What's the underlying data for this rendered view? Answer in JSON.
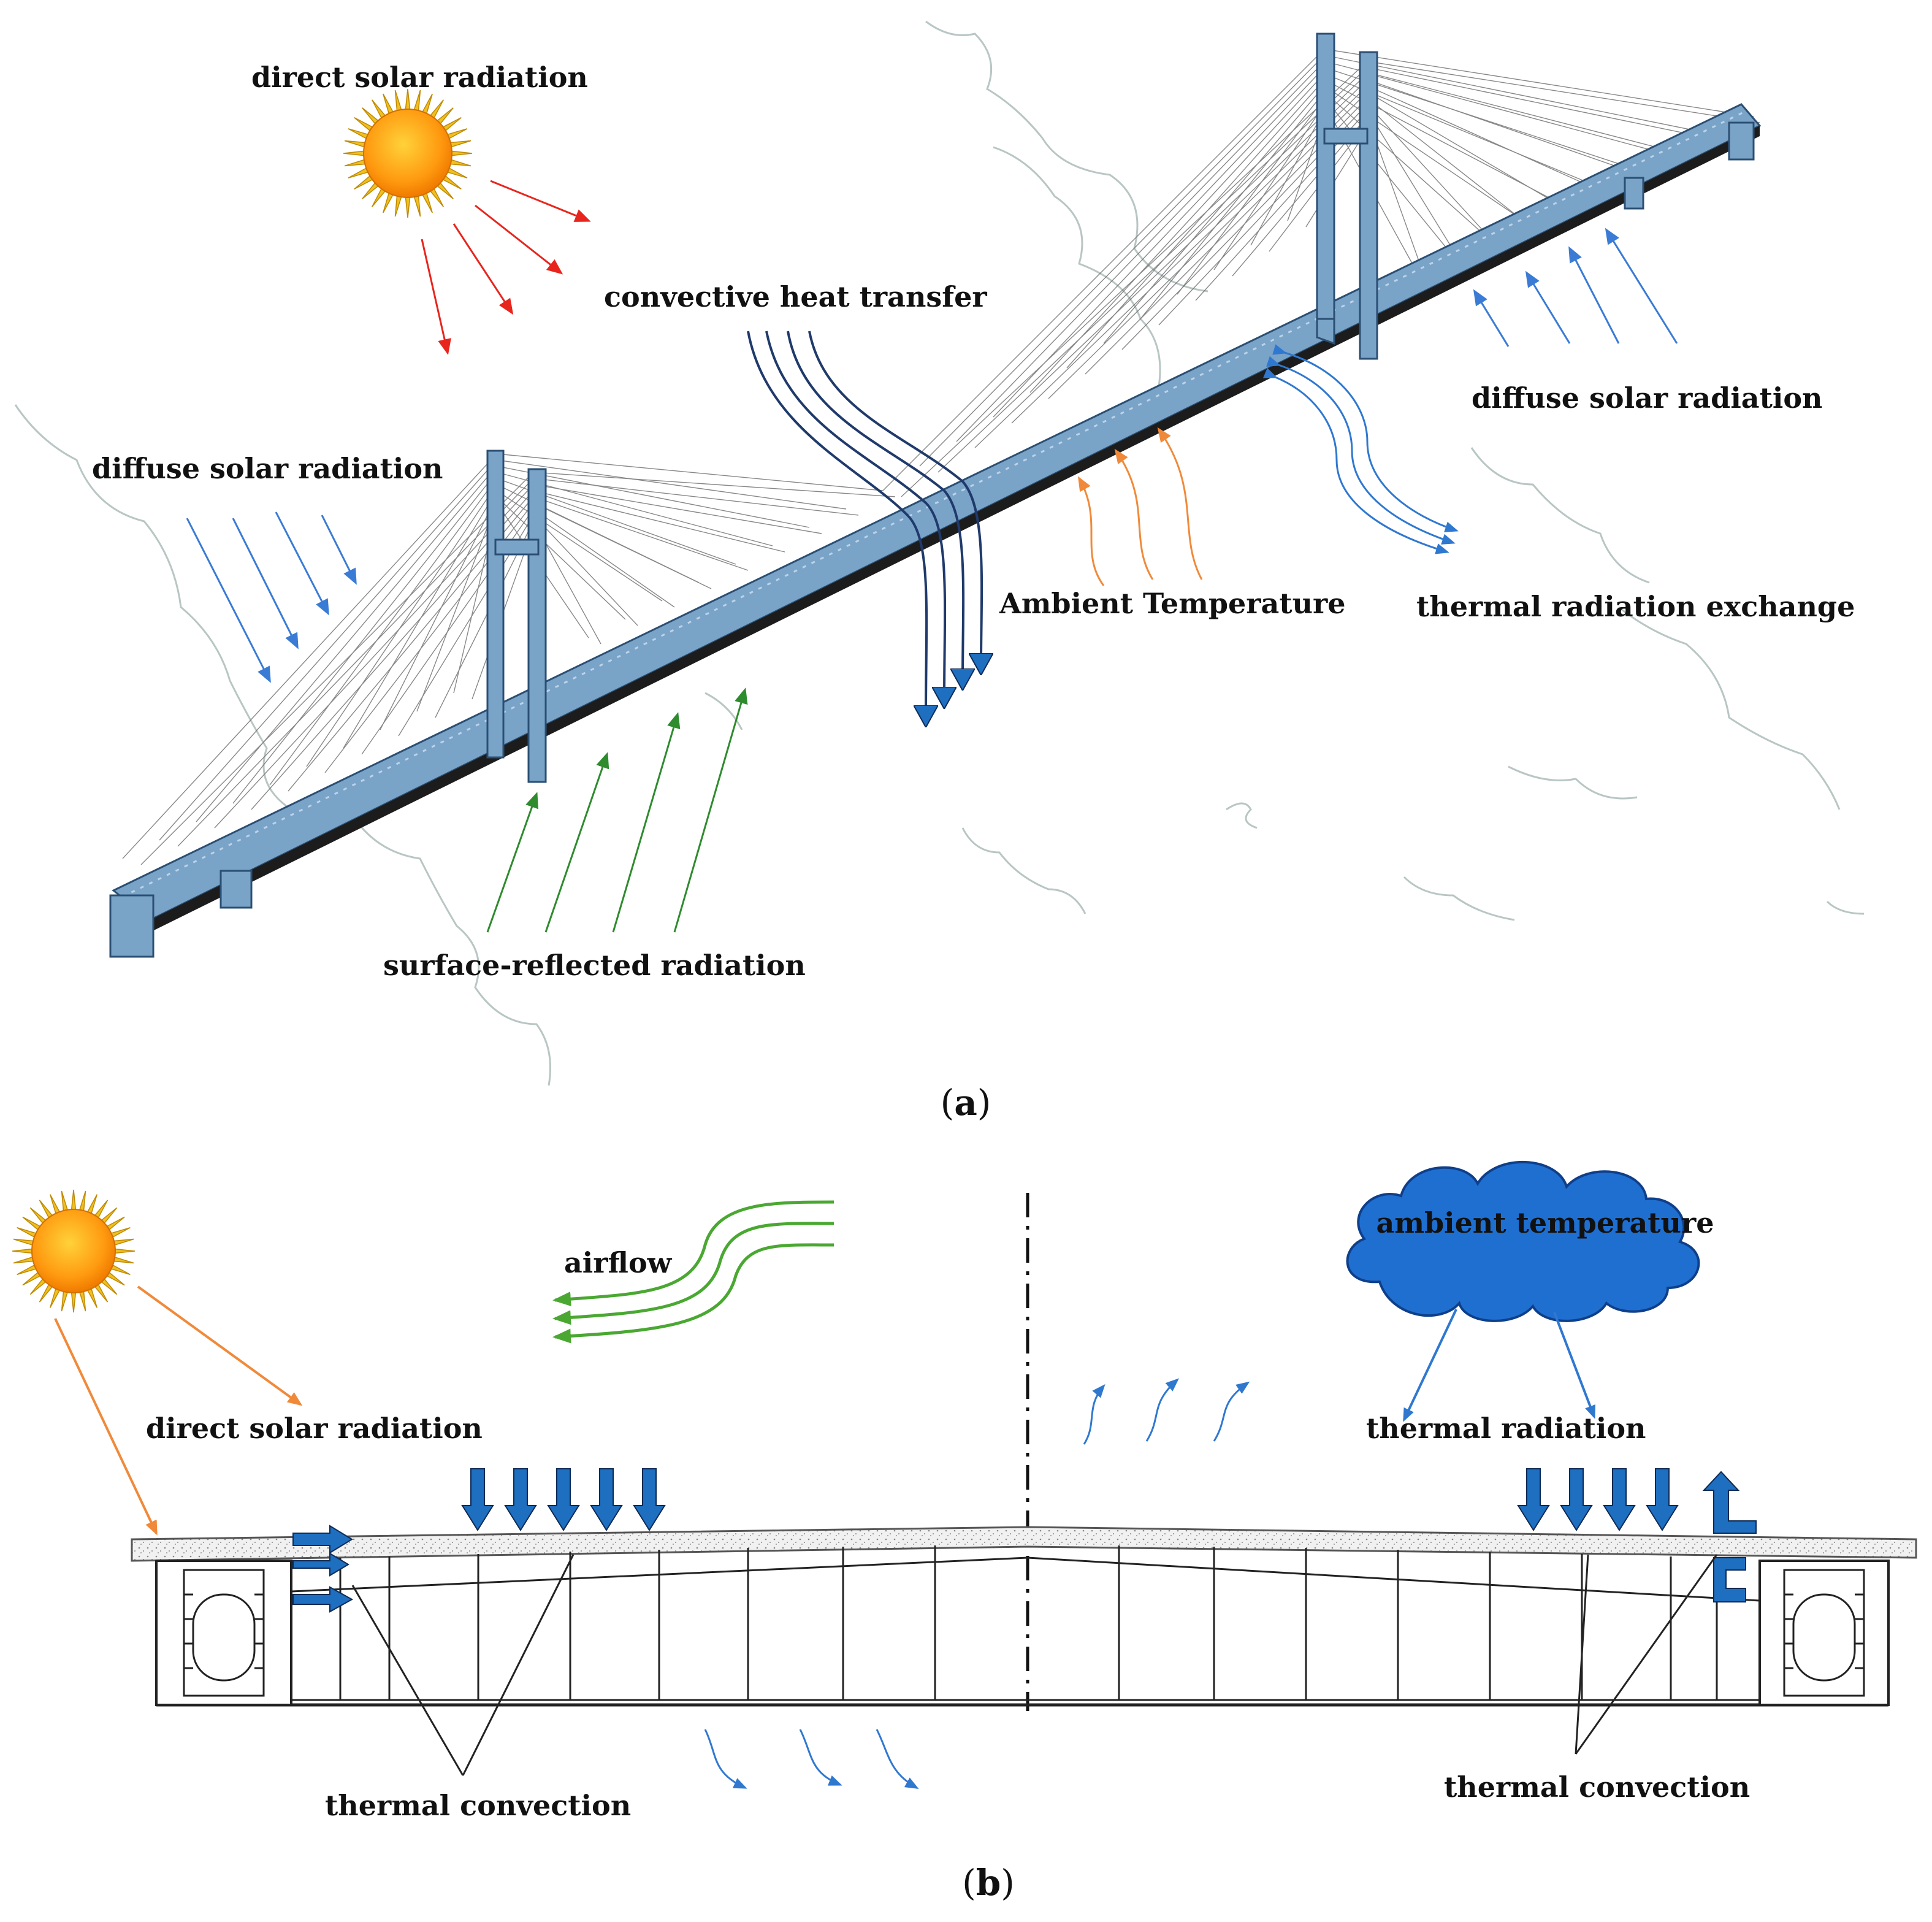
{
  "panel_a": {
    "caption_open": "(",
    "caption_letter": "a",
    "caption_close": ")",
    "labels": {
      "direct_solar": "direct solar radiation",
      "convective": "convective heat transfer",
      "diffuse_right": "diffuse solar radiation",
      "diffuse_left": "diffuse solar radiation",
      "ambient": "Ambient Temperature",
      "thermal_exchange": "thermal radiation exchange",
      "surface_reflected": "surface-reflected radiation"
    }
  },
  "panel_b": {
    "caption_open": "(",
    "caption_letter": "b",
    "caption_close": ")",
    "labels": {
      "airflow": "airflow",
      "direct_solar": "direct solar radiation",
      "ambient_temperature": "ambient temperature",
      "thermal_radiation": "thermal radiation",
      "convection_left": "thermal convection",
      "convection_right": "thermal convection"
    }
  },
  "colors": {
    "solar_red": "#e8251d",
    "diffuse_blue": "#3a7bd5",
    "convective_navy": "#1f3a6b",
    "ambient_orange": "#f08a3a",
    "reflected_green": "#2e8b2e",
    "airflow_green": "#4aa832",
    "bridge_blue": "#7aa3c8",
    "cloud_blue": "#1f6fd1",
    "block_arrow_blue": "#1f6fc0"
  }
}
